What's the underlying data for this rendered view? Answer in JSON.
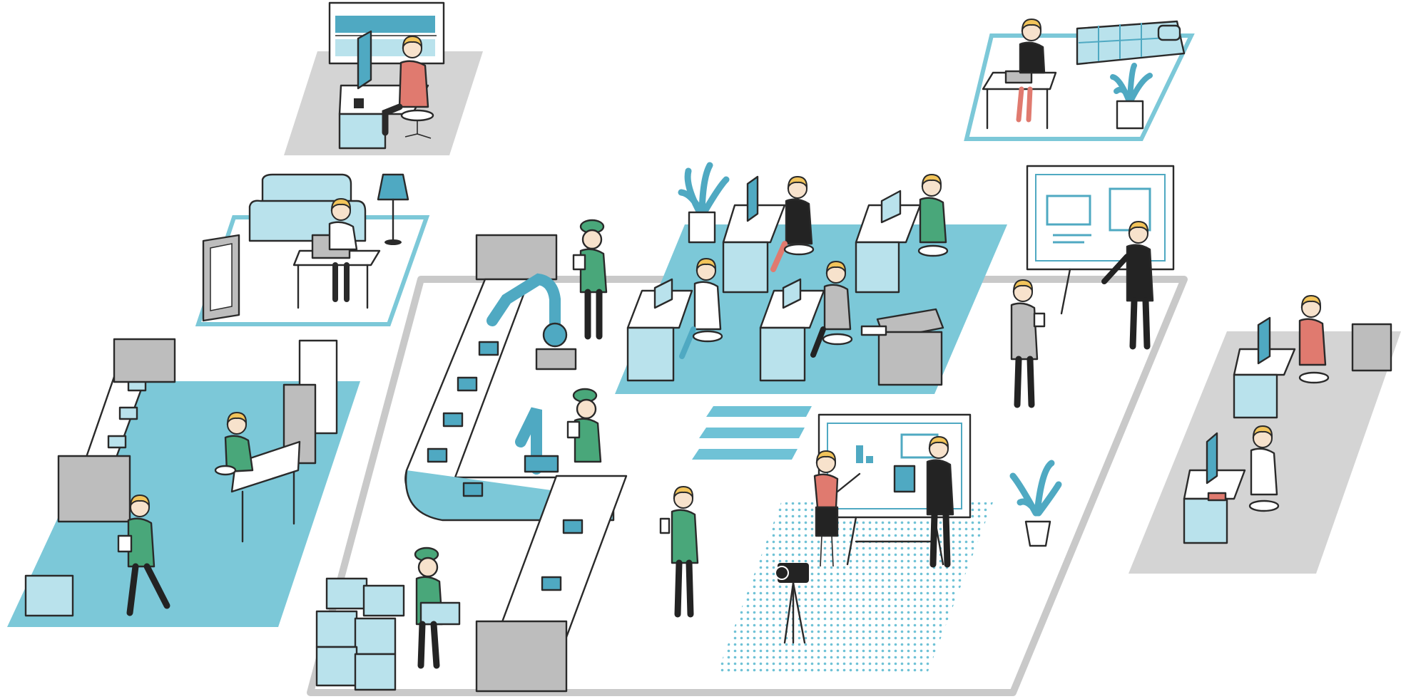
{
  "scene": {
    "subject": "isometric-workplace-illustration",
    "palette": {
      "accent_blue": "#7cc8d8",
      "light_blue": "#b9e2ec",
      "deep_blue": "#4fa9c2",
      "floor_gray": "#d4d4d4",
      "machine_gray": "#bdbdbd",
      "worker_green": "#49a77a",
      "shirt_red": "#e07a6f",
      "hair_yellow": "#f2c45a",
      "skin": "#f7e2cc",
      "suit_black": "#232323",
      "ink": "#2a2a2a"
    },
    "zones": [
      "home-office-study",
      "home-living-room",
      "bedroom-remote-work",
      "warehouse-conveyor",
      "factory-robot-line",
      "open-office",
      "presentation-area",
      "video-recording-studio",
      "remote-desks"
    ]
  }
}
